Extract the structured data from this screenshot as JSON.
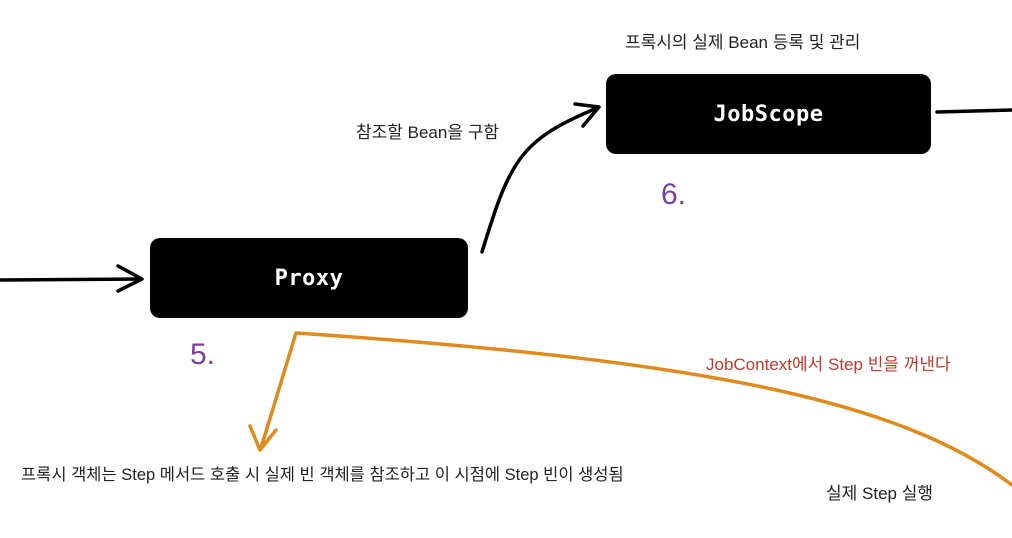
{
  "nodes": {
    "jobscope": {
      "label": "JobScope"
    },
    "proxy": {
      "label": "Proxy"
    }
  },
  "labels": {
    "jobscope_note": "프록시의 실제 Bean 등록 및 관리",
    "get_bean": "참조할 Bean을 구함",
    "jobcontext_step": "JobContext에서 Step 빈을 꺼낸다",
    "proxy_note": "프록시 객체는 Step 메서드 호출 시 실제 빈 객체를 참조하고 이 시점에 Step 빈이 생성됨",
    "run_step": "실제 Step 실행"
  },
  "steps": {
    "five": "5.",
    "six": "6."
  },
  "colors": {
    "box": "#000000",
    "box_text": "#ffffff",
    "arrow_black": "#000000",
    "arrow_orange": "#e08a1e",
    "step_number": "#7b3fa0",
    "highlight_label": "#c0392b"
  }
}
